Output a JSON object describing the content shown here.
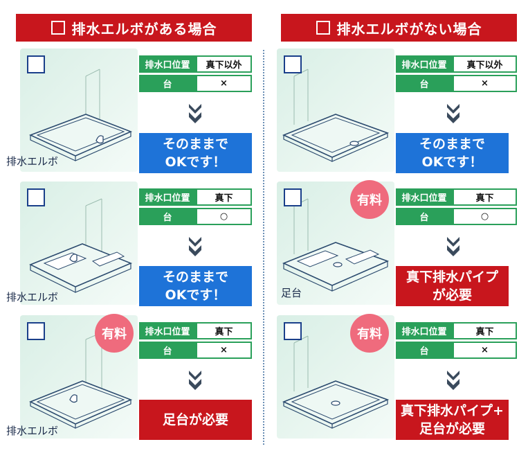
{
  "colors": {
    "header_red": "#c8161d",
    "table_green": "#2aa05a",
    "result_blue": "#1e73d8",
    "result_red": "#c8161d",
    "badge_pink": "#ef6b7d"
  },
  "labels": {
    "position_label": "排水口位置",
    "stand_label": "台",
    "paid_badge": "有料"
  },
  "columns": [
    {
      "header": "排水エルボがある場合",
      "rows": [
        {
          "position": "真下以外",
          "stand": "×",
          "result_line1": "そのままで",
          "result_line2": "OKです！",
          "result_color": "blue",
          "callout": "排水エルボ",
          "paid": false
        },
        {
          "position": "真下",
          "stand": "○",
          "result_line1": "そのままで",
          "result_line2": "OKです！",
          "result_color": "blue",
          "callout": "排水エルボ",
          "paid": false
        },
        {
          "position": "真下",
          "stand": "×",
          "result_line1": "足台が必要",
          "result_line2": "",
          "result_color": "red",
          "callout": "排水エルボ",
          "paid": true
        }
      ]
    },
    {
      "header": "排水エルボがない場合",
      "rows": [
        {
          "position": "真下以外",
          "stand": "×",
          "result_line1": "そのままで",
          "result_line2": "OKです！",
          "result_color": "blue",
          "callout": "",
          "paid": false
        },
        {
          "position": "真下",
          "stand": "○",
          "result_line1": "真下排水パイプ",
          "result_line2": "が必要",
          "result_color": "red",
          "callout": "足台",
          "paid": true
        },
        {
          "position": "真下",
          "stand": "×",
          "result_line1": "真下排水パイプ+",
          "result_line2": "足台が必要",
          "result_color": "red",
          "callout": "",
          "paid": true
        }
      ]
    }
  ]
}
